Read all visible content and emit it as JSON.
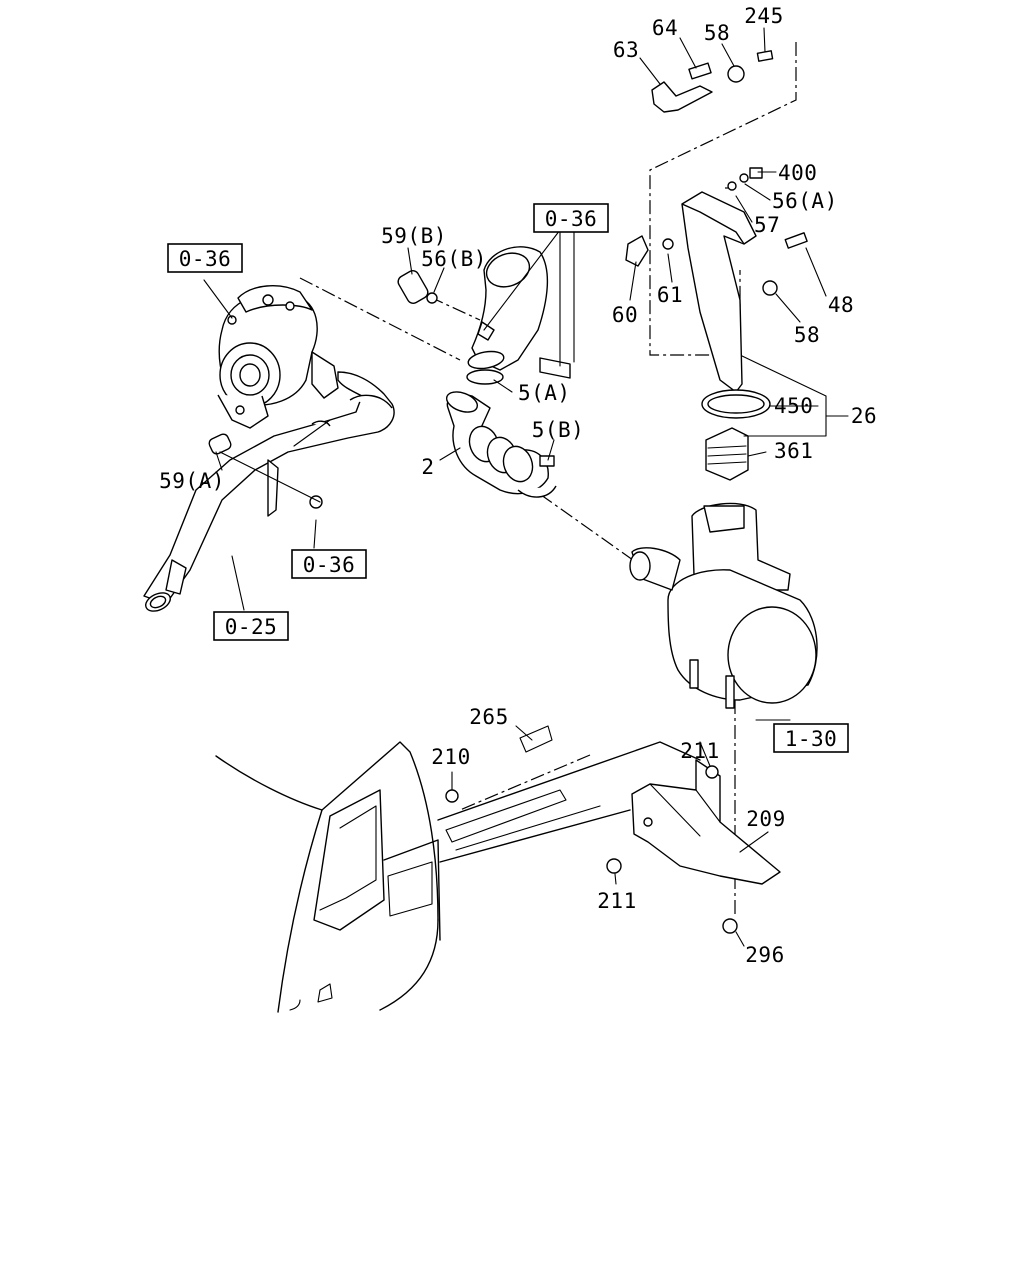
{
  "callouts": {
    "c63": "63",
    "c64": "64",
    "c58_top": "58",
    "c245": "245",
    "c400": "400",
    "c56a": "56(A)",
    "c57": "57",
    "c60": "60",
    "c61": "61",
    "c48": "48",
    "c58_mid": "58",
    "c450": "450",
    "c26": "26",
    "c361": "361",
    "c59b": "59(B)",
    "c56b": "56(B)",
    "c5a": "5(A)",
    "c5b": "5(B)",
    "c2": "2",
    "c59a": "59(A)",
    "c265": "265",
    "c210": "210",
    "c211_top": "211",
    "c209": "209",
    "c211_bot": "211",
    "c296": "296"
  },
  "references": {
    "ref_036_left": "0-36",
    "ref_036_top": "0-36",
    "ref_036_mid": "0-36",
    "ref_025": "0-25",
    "ref_130": "1-30"
  }
}
